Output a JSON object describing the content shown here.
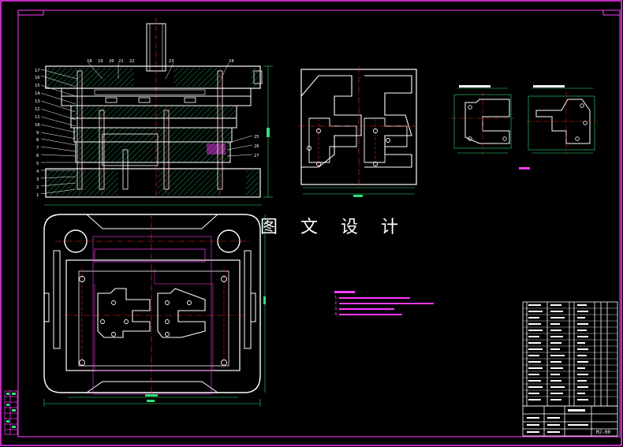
{
  "watermark": "图 文 设 计",
  "colors": {
    "background": "#000000",
    "outline": "#ffffff",
    "frame": "#ff3cff",
    "center_line": "#ff2b2b",
    "hatch": "#1fbf6a",
    "dimension": "#2ee07a",
    "hole": "#ffffff"
  },
  "part_numbers_top": [
    "18",
    "19",
    "20",
    "21",
    "22",
    "23",
    "24"
  ],
  "part_numbers_left": [
    "17",
    "16",
    "15",
    "14",
    "13",
    "12",
    "11",
    "10",
    "9",
    "8",
    "7",
    "6",
    "5",
    "4",
    "3",
    "2",
    "1"
  ],
  "part_numbers_right": [
    "25",
    "26",
    "27"
  ],
  "views": {
    "section": "section-view",
    "plan": "plan-view",
    "part_large": "part-view",
    "part_small_left": "detail-view-1",
    "part_small_right": "detail-view-2"
  },
  "notes": {
    "items": [
      "1.",
      "2.",
      "3.",
      "4."
    ]
  },
  "title_block": {
    "drawing_no": "MJ-00"
  }
}
